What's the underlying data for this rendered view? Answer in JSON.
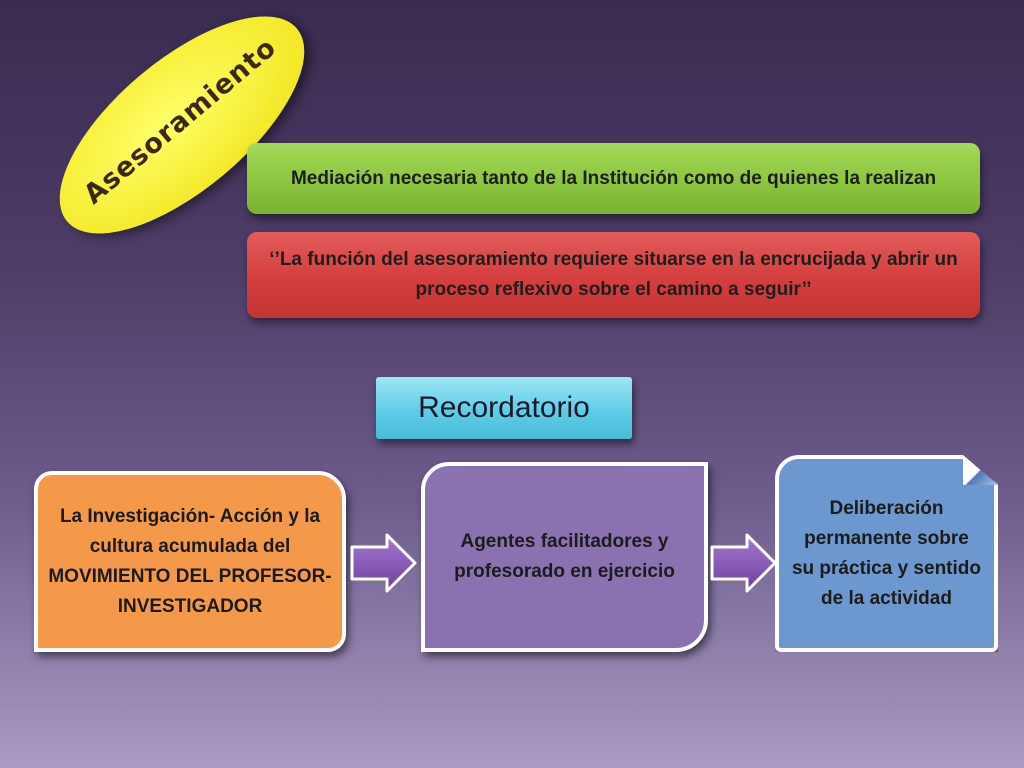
{
  "title_badge": {
    "label": "Asesoramiento",
    "color": "#f4ea2a"
  },
  "mediation_box": {
    "text": "Mediación necesaria tanto de la Institución como de quienes la realizan",
    "color": "#8cc63f"
  },
  "quote_box": {
    "text": "‘’La función del asesoramiento requiere situarse en la encrucijada y abrir un proceso reflexivo sobre el camino a seguir’’",
    "color": "#d43e3e"
  },
  "reminder": {
    "label": "Recordatorio",
    "color": "#5fcde8"
  },
  "flow": {
    "steps": [
      {
        "text": "La Investigación- Acción y la cultura acumulada del MOVIMIENTO DEL PROFESOR-INVESTIGADOR",
        "color": "#f4994a"
      },
      {
        "text": "Agentes facilitadores y profesorado en ejercicio",
        "color": "#8a72b0"
      },
      {
        "text": "Deliberación permanente sobre su práctica y sentido de la actividad",
        "color": "#6c97cf"
      }
    ],
    "arrow_color": "#8a58b5"
  }
}
